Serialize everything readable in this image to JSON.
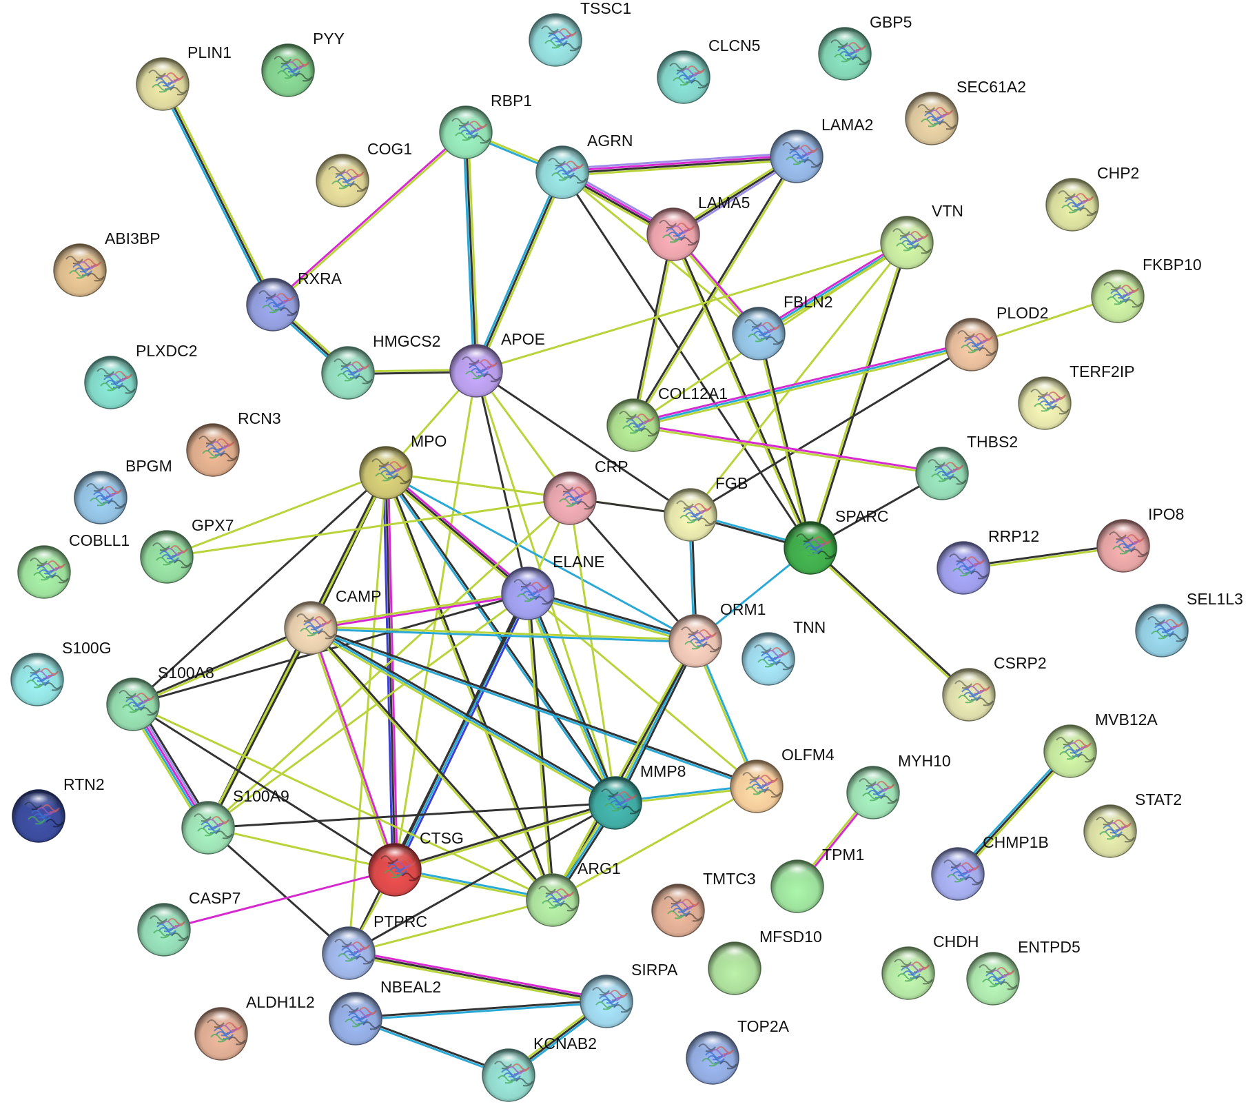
{
  "edge_colors": {
    "black": "#333333",
    "yellow": "#b8d43a",
    "cyan": "#2aa9d6",
    "magenta": "#d62ad0",
    "lavender": "#9d8fe6",
    "blue": "#3f3fd6"
  },
  "nodes": [
    {
      "name": "PLIN1",
      "color": "#d8d39a",
      "hasStructure": true
    },
    {
      "name": "PYY",
      "color": "#7fc98a",
      "hasStructure": true
    },
    {
      "name": "TSSC1",
      "color": "#8fd4d4",
      "hasStructure": true
    },
    {
      "name": "CLCN5",
      "color": "#7fcfc4",
      "hasStructure": true
    },
    {
      "name": "GBP5",
      "color": "#7fcfb0",
      "hasStructure": true
    },
    {
      "name": "SEC61A2",
      "color": "#d8c39a",
      "hasStructure": true
    },
    {
      "name": "RBP1",
      "color": "#8fdcb0",
      "hasStructure": true
    },
    {
      "name": "COG1",
      "color": "#d8cf92",
      "hasStructure": true
    },
    {
      "name": "AGRN",
      "color": "#8fd4d4",
      "hasStructure": true
    },
    {
      "name": "LAMA2",
      "color": "#8fb0dc",
      "hasStructure": true
    },
    {
      "name": "CHP2",
      "color": "#d4d89a",
      "hasStructure": true
    },
    {
      "name": "LAMA5",
      "color": "#e6a0a8",
      "hasStructure": true
    },
    {
      "name": "VTN",
      "color": "#c0e09a",
      "hasStructure": true
    },
    {
      "name": "ABI3BP",
      "color": "#d8b88a",
      "hasStructure": true
    },
    {
      "name": "RXRA",
      "color": "#8f9ad8",
      "hasStructure": true
    },
    {
      "name": "FKBP10",
      "color": "#c0e09a",
      "hasStructure": true
    },
    {
      "name": "FBLN2",
      "color": "#8fbcdc",
      "hasStructure": true
    },
    {
      "name": "PLOD2",
      "color": "#e0b898",
      "hasStructure": true
    },
    {
      "name": "HMGCS2",
      "color": "#8fd4b8",
      "hasStructure": true
    },
    {
      "name": "APOE",
      "color": "#b49ae6",
      "hasStructure": true
    },
    {
      "name": "PLXDC2",
      "color": "#7fd4c4",
      "hasStructure": true
    },
    {
      "name": "TERF2IP",
      "color": "#e0e0a8",
      "hasStructure": true
    },
    {
      "name": "COL12A1",
      "color": "#a8d88a",
      "hasStructure": true
    },
    {
      "name": "RCN3",
      "color": "#d8a888",
      "hasStructure": true
    },
    {
      "name": "MPO",
      "color": "#c8c070",
      "hasStructure": true
    },
    {
      "name": "CRP",
      "color": "#e0a0a8",
      "hasStructure": true
    },
    {
      "name": "THBS2",
      "color": "#8fd4b0",
      "hasStructure": true
    },
    {
      "name": "BPGM",
      "color": "#8fbcdc",
      "hasStructure": true
    },
    {
      "name": "FGB",
      "color": "#e0e0a8",
      "hasStructure": true
    },
    {
      "name": "GPX7",
      "color": "#8fd49a",
      "hasStructure": true
    },
    {
      "name": "SPARC",
      "color": "#3fa84a",
      "hasStructure": true
    },
    {
      "name": "IPO8",
      "color": "#e0a0a0",
      "hasStructure": true
    },
    {
      "name": "RRP12",
      "color": "#9a9ae6",
      "hasStructure": true
    },
    {
      "name": "COBLL1",
      "color": "#9adc9a",
      "hasStructure": true
    },
    {
      "name": "ELANE",
      "color": "#9a9ae6",
      "hasStructure": true
    },
    {
      "name": "CAMP",
      "color": "#e0c8a8",
      "hasStructure": true
    },
    {
      "name": "ORM1",
      "color": "#e8c0b0",
      "hasStructure": true
    },
    {
      "name": "SEL1L3",
      "color": "#8fc8dc",
      "hasStructure": true
    },
    {
      "name": "TNN",
      "color": "#9ad4e6",
      "hasStructure": true
    },
    {
      "name": "S100G",
      "color": "#8fdcdc",
      "hasStructure": true
    },
    {
      "name": "CSRP2",
      "color": "#d8d8a8",
      "hasStructure": true
    },
    {
      "name": "S100A8",
      "color": "#8fd4a8",
      "hasStructure": true
    },
    {
      "name": "MVB12A",
      "color": "#c0e09a",
      "hasStructure": true
    },
    {
      "name": "OLFM4",
      "color": "#f0c898",
      "hasStructure": true
    },
    {
      "name": "MYH10",
      "color": "#9adcb0",
      "hasStructure": true
    },
    {
      "name": "MMP8",
      "color": "#3fa8a0",
      "hasStructure": true
    },
    {
      "name": "RTN2",
      "color": "#3a4a9a",
      "hasStructure": true
    },
    {
      "name": "STAT2",
      "color": "#d4d8a0",
      "hasStructure": true
    },
    {
      "name": "S100A9",
      "color": "#9adcb0",
      "hasStructure": true
    },
    {
      "name": "CTSG",
      "color": "#d84848",
      "hasStructure": true
    },
    {
      "name": "TPM1",
      "color": "#9adc9a",
      "hasStructure": false
    },
    {
      "name": "CHMP1B",
      "color": "#a0a8e6",
      "hasStructure": true
    },
    {
      "name": "ARG1",
      "color": "#a8dc9a",
      "hasStructure": true
    },
    {
      "name": "TMTC3",
      "color": "#d8a890",
      "hasStructure": true
    },
    {
      "name": "CASP7",
      "color": "#8fd4b0",
      "hasStructure": true
    },
    {
      "name": "PTPRC",
      "color": "#9ab0e0",
      "hasStructure": true
    },
    {
      "name": "MFSD10",
      "color": "#a8d898",
      "hasStructure": false
    },
    {
      "name": "CHDH",
      "color": "#b0e0a0",
      "hasStructure": true
    },
    {
      "name": "ENTPD5",
      "color": "#a8e0a8",
      "hasStructure": true
    },
    {
      "name": "SIRPA",
      "color": "#9ad0e6",
      "hasStructure": true
    },
    {
      "name": "ALDH1L2",
      "color": "#d8a890",
      "hasStructure": true
    },
    {
      "name": "NBEAL2",
      "color": "#8fa8dc",
      "hasStructure": true
    },
    {
      "name": "KCNAB2",
      "color": "#8fd4c8",
      "hasStructure": true
    },
    {
      "name": "TOP2A",
      "color": "#8fa8dc",
      "hasStructure": true
    }
  ],
  "edges": [
    {
      "source": "PLIN1",
      "target": "RXRA",
      "types": [
        "yellow",
        "black",
        "cyan"
      ]
    },
    {
      "source": "RXRA",
      "target": "HMGCS2",
      "types": [
        "yellow",
        "black",
        "cyan"
      ]
    },
    {
      "source": "RXRA",
      "target": "RBP1",
      "types": [
        "magenta",
        "yellow"
      ]
    },
    {
      "source": "HMGCS2",
      "target": "APOE",
      "types": [
        "yellow",
        "black"
      ]
    },
    {
      "source": "RBP1",
      "target": "APOE",
      "types": [
        "yellow",
        "black",
        "cyan"
      ]
    },
    {
      "source": "RBP1",
      "target": "AGRN",
      "types": [
        "yellow",
        "cyan"
      ]
    },
    {
      "source": "AGRN",
      "target": "LAMA2",
      "types": [
        "lavender",
        "magenta",
        "black",
        "yellow"
      ]
    },
    {
      "source": "AGRN",
      "target": "LAMA5",
      "types": [
        "lavender",
        "magenta",
        "black",
        "yellow"
      ]
    },
    {
      "source": "AGRN",
      "target": "APOE",
      "types": [
        "yellow",
        "black",
        "cyan"
      ]
    },
    {
      "source": "AGRN",
      "target": "SPARC",
      "types": [
        "black"
      ]
    },
    {
      "source": "AGRN",
      "target": "FBLN2",
      "types": [
        "yellow"
      ]
    },
    {
      "source": "LAMA2",
      "target": "LAMA5",
      "types": [
        "lavender",
        "black",
        "yellow"
      ]
    },
    {
      "source": "LAMA2",
      "target": "COL12A1",
      "types": [
        "yellow",
        "black"
      ]
    },
    {
      "source": "LAMA5",
      "target": "FBLN2",
      "types": [
        "magenta",
        "yellow"
      ]
    },
    {
      "source": "LAMA5",
      "target": "COL12A1",
      "types": [
        "yellow",
        "black"
      ]
    },
    {
      "source": "LAMA5",
      "target": "SPARC",
      "types": [
        "black",
        "yellow"
      ]
    },
    {
      "source": "VTN",
      "target": "APOE",
      "types": [
        "yellow"
      ]
    },
    {
      "source": "VTN",
      "target": "FBLN2",
      "types": [
        "yellow",
        "cyan",
        "magenta"
      ]
    },
    {
      "source": "VTN",
      "target": "FGB",
      "types": [
        "yellow"
      ]
    },
    {
      "source": "VTN",
      "target": "SPARC",
      "types": [
        "black",
        "yellow"
      ]
    },
    {
      "source": "VTN",
      "target": "COL12A1",
      "types": [
        "yellow"
      ]
    },
    {
      "source": "FKBP10",
      "target": "PLOD2",
      "types": [
        "yellow"
      ]
    },
    {
      "source": "PLOD2",
      "target": "COL12A1",
      "types": [
        "yellow",
        "cyan",
        "magenta"
      ]
    },
    {
      "source": "PLOD2",
      "target": "FGB",
      "types": [
        "black"
      ]
    },
    {
      "source": "FBLN2",
      "target": "SPARC",
      "types": [
        "black",
        "yellow"
      ]
    },
    {
      "source": "COL12A1",
      "target": "THBS2",
      "types": [
        "magenta",
        "yellow"
      ]
    },
    {
      "source": "THBS2",
      "target": "SPARC",
      "types": [
        "black"
      ]
    },
    {
      "source": "SPARC",
      "target": "CSRP2",
      "types": [
        "black",
        "yellow"
      ]
    },
    {
      "source": "SPARC",
      "target": "ORM1",
      "types": [
        "cyan"
      ]
    },
    {
      "source": "SPARC",
      "target": "FGB",
      "types": [
        "black",
        "cyan"
      ]
    },
    {
      "source": "RRP12",
      "target": "IPO8",
      "types": [
        "black",
        "yellow"
      ]
    },
    {
      "source": "APOE",
      "target": "MPO",
      "types": [
        "yellow"
      ]
    },
    {
      "source": "APOE",
      "target": "CRP",
      "types": [
        "yellow"
      ]
    },
    {
      "source": "APOE",
      "target": "ELANE",
      "types": [
        "black"
      ]
    },
    {
      "source": "APOE",
      "target": "FGB",
      "types": [
        "black"
      ]
    },
    {
      "source": "APOE",
      "target": "CTSG",
      "types": [
        "yellow"
      ]
    },
    {
      "source": "APOE",
      "target": "MMP8",
      "types": [
        "yellow"
      ]
    },
    {
      "source": "MPO",
      "target": "CRP",
      "types": [
        "yellow"
      ]
    },
    {
      "source": "MPO",
      "target": "FGB",
      "types": [
        "yellow"
      ]
    },
    {
      "source": "MPO",
      "target": "GPX7",
      "types": [
        "yellow"
      ]
    },
    {
      "source": "MPO",
      "target": "ELANE",
      "types": [
        "magenta",
        "black",
        "yellow"
      ]
    },
    {
      "source": "MPO",
      "target": "CAMP",
      "types": [
        "black",
        "yellow"
      ]
    },
    {
      "source": "MPO",
      "target": "S100A8",
      "types": [
        "black"
      ]
    },
    {
      "source": "MPO",
      "target": "S100A9",
      "types": [
        "yellow",
        "black"
      ]
    },
    {
      "source": "MPO",
      "target": "CTSG",
      "types": [
        "magenta",
        "black",
        "blue"
      ]
    },
    {
      "source": "MPO",
      "target": "PTPRC",
      "types": [
        "yellow"
      ]
    },
    {
      "source": "MPO",
      "target": "MMP8",
      "types": [
        "black",
        "cyan"
      ]
    },
    {
      "source": "MPO",
      "target": "ARG1",
      "types": [
        "black",
        "yellow"
      ]
    },
    {
      "source": "MPO",
      "target": "ORM1",
      "types": [
        "cyan"
      ]
    },
    {
      "source": "CRP",
      "target": "FGB",
      "types": [
        "black"
      ]
    },
    {
      "source": "CRP",
      "target": "GPX7",
      "types": [
        "yellow"
      ]
    },
    {
      "source": "CRP",
      "target": "ELANE",
      "types": [
        "yellow"
      ]
    },
    {
      "source": "CRP",
      "target": "ORM1",
      "types": [
        "black"
      ]
    },
    {
      "source": "CRP",
      "target": "MMP8",
      "types": [
        "yellow"
      ]
    },
    {
      "source": "CRP",
      "target": "S100A9",
      "types": [
        "yellow"
      ]
    },
    {
      "source": "FGB",
      "target": "ORM1",
      "types": [
        "black",
        "cyan"
      ]
    },
    {
      "source": "ELANE",
      "target": "CAMP",
      "types": [
        "magenta",
        "yellow"
      ]
    },
    {
      "source": "ELANE",
      "target": "ORM1",
      "types": [
        "black",
        "cyan",
        "yellow"
      ]
    },
    {
      "source": "ELANE",
      "target": "MMP8",
      "types": [
        "black",
        "cyan",
        "yellow"
      ]
    },
    {
      "source": "ELANE",
      "target": "CTSG",
      "types": [
        "blue",
        "cyan",
        "black"
      ]
    },
    {
      "source": "ELANE",
      "target": "S100A8",
      "types": [
        "black"
      ]
    },
    {
      "source": "ELANE",
      "target": "S100A9",
      "types": [
        "yellow"
      ]
    },
    {
      "source": "ELANE",
      "target": "ARG1",
      "types": [
        "black",
        "yellow"
      ]
    },
    {
      "source": "ELANE",
      "target": "OLFM4",
      "types": [
        "yellow"
      ]
    },
    {
      "source": "ELANE",
      "target": "PTPRC",
      "types": [
        "black"
      ]
    },
    {
      "source": "CAMP",
      "target": "S100A8",
      "types": [
        "yellow",
        "black"
      ]
    },
    {
      "source": "CAMP",
      "target": "S100A9",
      "types": [
        "black",
        "yellow"
      ]
    },
    {
      "source": "CAMP",
      "target": "CTSG",
      "types": [
        "magenta",
        "yellow"
      ]
    },
    {
      "source": "CAMP",
      "target": "ORM1",
      "types": [
        "yellow",
        "cyan"
      ]
    },
    {
      "source": "CAMP",
      "target": "MMP8",
      "types": [
        "black",
        "cyan",
        "yellow"
      ]
    },
    {
      "source": "CAMP",
      "target": "ARG1",
      "types": [
        "black",
        "yellow"
      ]
    },
    {
      "source": "CAMP",
      "target": "OLFM4",
      "types": [
        "black",
        "cyan"
      ]
    },
    {
      "source": "ORM1",
      "target": "MMP8",
      "types": [
        "black",
        "cyan",
        "yellow"
      ]
    },
    {
      "source": "ORM1",
      "target": "OLFM4",
      "types": [
        "cyan",
        "yellow"
      ]
    },
    {
      "source": "ORM1",
      "target": "ARG1",
      "types": [
        "black",
        "yellow"
      ]
    },
    {
      "source": "S100A8",
      "target": "S100A9",
      "types": [
        "black",
        "lavender",
        "magenta",
        "cyan",
        "yellow"
      ]
    },
    {
      "source": "S100A8",
      "target": "CTSG",
      "types": [
        "black"
      ]
    },
    {
      "source": "S100A8",
      "target": "ARG1",
      "types": [
        "yellow"
      ]
    },
    {
      "source": "S100A9",
      "target": "CTSG",
      "types": [
        "yellow"
      ]
    },
    {
      "source": "S100A9",
      "target": "PTPRC",
      "types": [
        "black"
      ]
    },
    {
      "source": "S100A9",
      "target": "MMP8",
      "types": [
        "black"
      ]
    },
    {
      "source": "CTSG",
      "target": "MMP8",
      "types": [
        "black",
        "yellow"
      ]
    },
    {
      "source": "CTSG",
      "target": "ARG1",
      "types": [
        "cyan",
        "yellow"
      ]
    },
    {
      "source": "CTSG",
      "target": "CASP7",
      "types": [
        "magenta"
      ]
    },
    {
      "source": "CTSG",
      "target": "PTPRC",
      "types": [
        "yellow"
      ]
    },
    {
      "source": "MMP8",
      "target": "ARG1",
      "types": [
        "black",
        "cyan",
        "yellow"
      ]
    },
    {
      "source": "MMP8",
      "target": "OLFM4",
      "types": [
        "cyan",
        "yellow"
      ]
    },
    {
      "source": "ARG1",
      "target": "OLFM4",
      "types": [
        "yellow"
      ]
    },
    {
      "source": "ARG1",
      "target": "PTPRC",
      "types": [
        "yellow"
      ]
    },
    {
      "source": "PTPRC",
      "target": "SIRPA",
      "types": [
        "magenta",
        "black",
        "yellow"
      ]
    },
    {
      "source": "PTPRC",
      "target": "MMP8",
      "types": [
        "black"
      ]
    },
    {
      "source": "NBEAL2",
      "target": "SIRPA",
      "types": [
        "black",
        "cyan"
      ]
    },
    {
      "source": "NBEAL2",
      "target": "KCNAB2",
      "types": [
        "black",
        "cyan"
      ]
    },
    {
      "source": "SIRPA",
      "target": "KCNAB2",
      "types": [
        "cyan",
        "black",
        "yellow"
      ]
    },
    {
      "source": "MYH10",
      "target": "TPM1",
      "types": [
        "magenta",
        "yellow"
      ]
    },
    {
      "source": "MVB12A",
      "target": "CHMP1B",
      "types": [
        "yellow",
        "black",
        "cyan"
      ]
    }
  ]
}
